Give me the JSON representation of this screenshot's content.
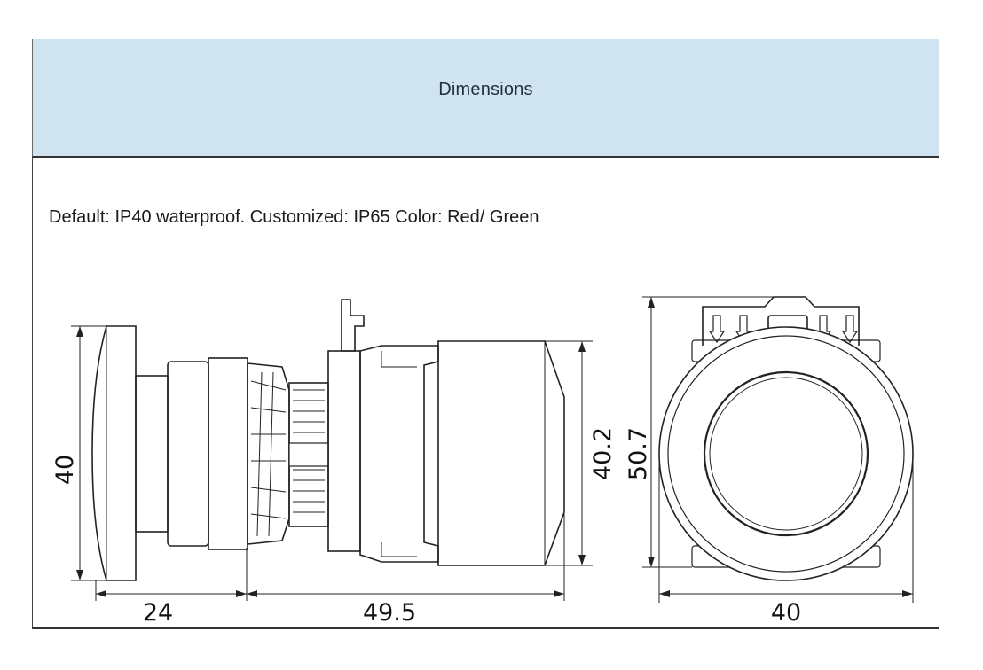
{
  "header": {
    "title": "Dimensions"
  },
  "note": "Default: IP40 waterproof. Customized: IP65 Color: Red/ Green",
  "dimensions": {
    "side_height": "40",
    "head_depth": "24",
    "body_length": "49.5",
    "body_height": "40.2",
    "front_height": "50.7",
    "front_width": "40"
  }
}
